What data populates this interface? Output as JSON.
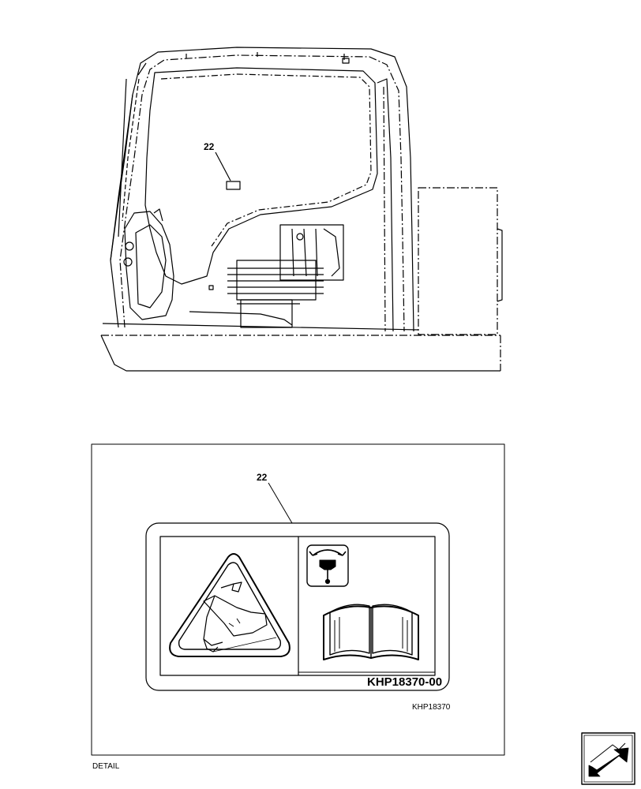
{
  "upper_view": {
    "callout_label": "22"
  },
  "detail": {
    "callout_label": "22",
    "decal_code": "KHP18370-00",
    "figure_ref": "KHP18370",
    "caption": "DETAIL"
  },
  "nav": {
    "icon": "arrow-next-icon"
  }
}
